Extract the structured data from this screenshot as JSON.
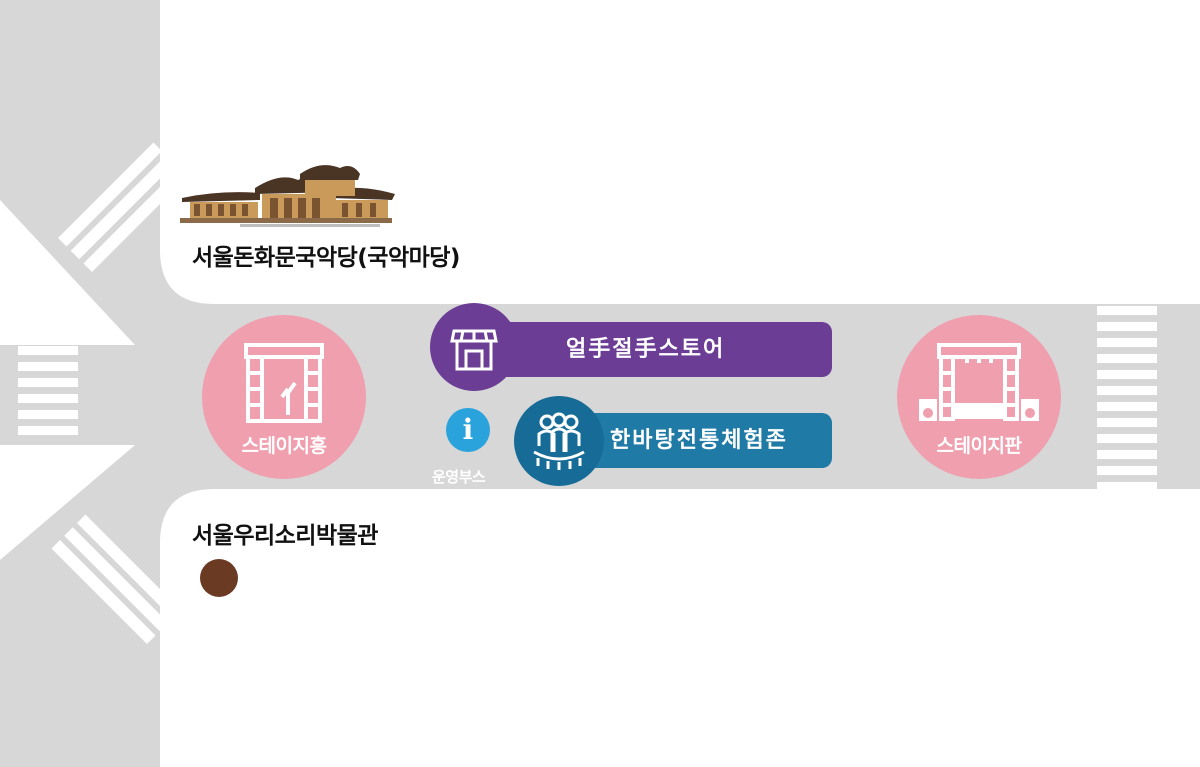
{
  "landmarks": {
    "theater_label": "서울돈화문국악당(국악마당)",
    "museum_label": "서울우리소리박물관"
  },
  "stages": {
    "left_label": "스테이지흥",
    "right_label": "스테이지판"
  },
  "booths": {
    "store_label": "얼手절手스토어",
    "experience_label": "한바탕전통체험존",
    "info_label": "운영부스",
    "info_glyph": "i"
  },
  "colors": {
    "road": "#d7d7d8",
    "crosswalk": "#ffffff",
    "stage_pink": "#ef9fae",
    "store_purple": "#6b3d95",
    "experience_blue": "#1f7aa6",
    "experience_circle": "#166c96",
    "info_blue": "#2aa3dd",
    "museum_marker": "#6b3a22"
  },
  "icons": [
    "hanok-building-icon",
    "stage-icon",
    "speaker-stage-icon",
    "store-icon",
    "people-icon",
    "info-icon",
    "map-pin-dot"
  ]
}
